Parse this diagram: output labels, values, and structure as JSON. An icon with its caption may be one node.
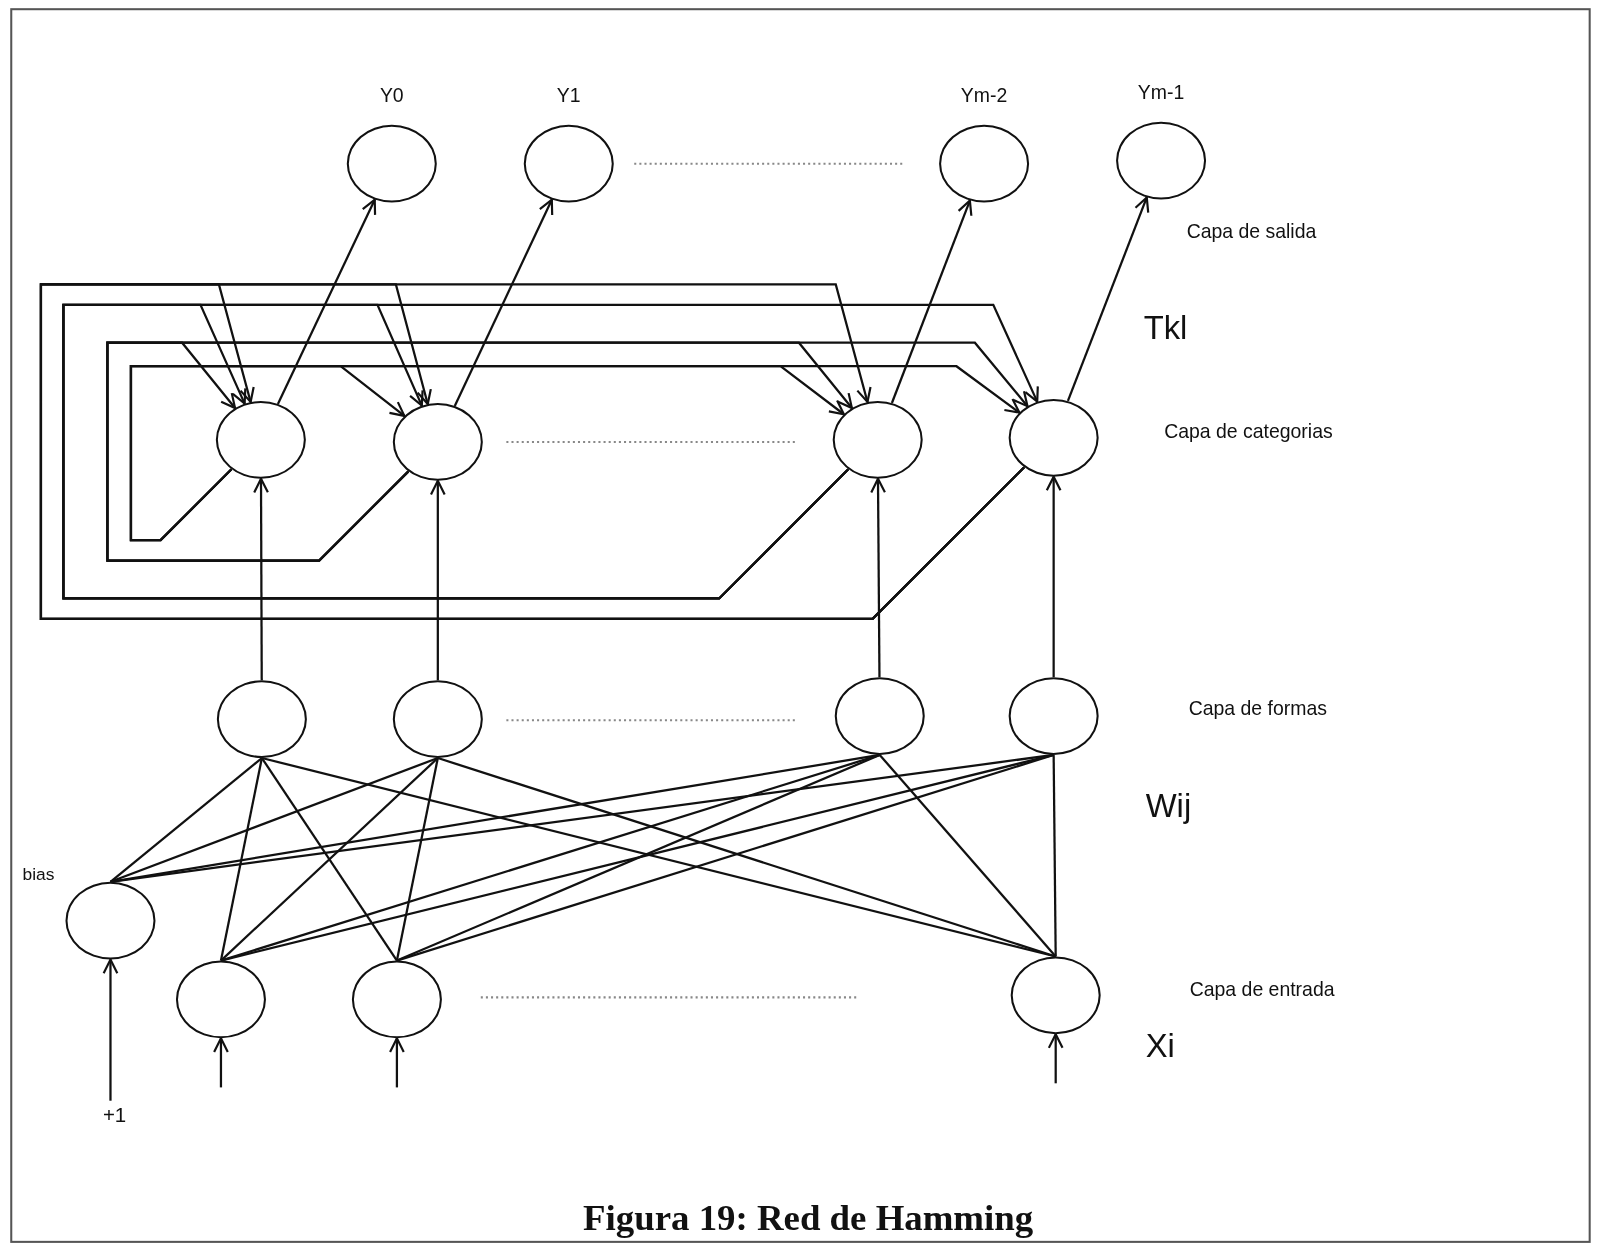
{
  "diagram": {
    "caption": "Figura 19: Red de Hamming",
    "nodes": [
      {
        "text": [
          "Y0"
        ]
      },
      {
        "text": [
          "Y1"
        ]
      },
      {
        "text": [
          "Ym-2"
        ]
      },
      {
        "text": [
          "Ym-1"
        ]
      },
      {
        "text": [],
        "shape": "circle"
      },
      {
        "text": [],
        "shape": "circle"
      },
      {
        "text": [],
        "shape": "circle"
      },
      {
        "text": [],
        "shape": "circle"
      },
      {
        "text": [],
        "shape": "circle"
      },
      {
        "text": [],
        "shape": "circle"
      },
      {
        "text": [],
        "shape": "circle"
      },
      {
        "text": [],
        "shape": "circle"
      },
      {
        "text": [
          "bias"
        ]
      },
      {
        "text": [],
        "shape": "circle"
      },
      {
        "text": [],
        "shape": "circle"
      },
      {
        "text": [],
        "shape": "circle"
      },
      {
        "text": [
          "+1"
        ]
      }
    ],
    "edges": [
      {
        "from": 4,
        "to": 0,
        "arrow": "to"
      },
      {
        "from": 5,
        "to": 1,
        "arrow": "to"
      },
      {
        "from": 6,
        "to": 2,
        "arrow": "to"
      },
      {
        "from": 7,
        "to": 3,
        "arrow": "to"
      },
      {
        "from": 4,
        "to": 5,
        "arrow": "to"
      },
      {
        "from": 4,
        "to": 6,
        "arrow": "to"
      },
      {
        "from": 4,
        "to": 7,
        "arrow": "to"
      },
      {
        "from": 5,
        "to": 4,
        "arrow": "to"
      },
      {
        "from": 5,
        "to": 6,
        "arrow": "to"
      },
      {
        "from": 5,
        "to": 7,
        "arrow": "to"
      },
      {
        "from": 6,
        "to": 4,
        "arrow": "to"
      },
      {
        "from": 6,
        "to": 5,
        "arrow": "to"
      },
      {
        "from": 6,
        "to": 7,
        "arrow": "to"
      },
      {
        "from": 7,
        "to": 4,
        "arrow": "to"
      },
      {
        "from": 7,
        "to": 5,
        "arrow": "to"
      },
      {
        "from": 7,
        "to": 6,
        "arrow": "to"
      },
      {
        "from": 8,
        "to": 4,
        "arrow": "to"
      },
      {
        "from": 9,
        "to": 5,
        "arrow": "to"
      },
      {
        "from": 10,
        "to": 6,
        "arrow": "to"
      },
      {
        "from": 11,
        "to": 7,
        "arrow": "to"
      },
      {
        "from": 12,
        "to": 8,
        "arrow": "none"
      },
      {
        "from": 12,
        "to": 9,
        "arrow": "none"
      },
      {
        "from": 12,
        "to": 10,
        "arrow": "none"
      },
      {
        "from": 12,
        "to": 11,
        "arrow": "none"
      },
      {
        "from": 13,
        "to": 8,
        "arrow": "none"
      },
      {
        "from": 13,
        "to": 9,
        "arrow": "none"
      },
      {
        "from": 13,
        "to": 10,
        "arrow": "none"
      },
      {
        "from": 13,
        "to": 11,
        "arrow": "none"
      },
      {
        "from": 14,
        "to": 8,
        "arrow": "none"
      },
      {
        "from": 14,
        "to": 9,
        "arrow": "none"
      },
      {
        "from": 14,
        "to": 10,
        "arrow": "none"
      },
      {
        "from": 14,
        "to": 11,
        "arrow": "none"
      },
      {
        "from": 15,
        "to": 8,
        "arrow": "none"
      },
      {
        "from": 15,
        "to": 9,
        "arrow": "none"
      },
      {
        "from": 15,
        "to": 10,
        "arrow": "none"
      },
      {
        "from": 15,
        "to": 11,
        "arrow": "none"
      },
      {
        "from": 16,
        "to": 12,
        "arrow": "to"
      },
      {
        "from": null,
        "to": 13,
        "arrow": "to"
      },
      {
        "from": null,
        "to": 14,
        "arrow": "to"
      },
      {
        "from": null,
        "to": 15,
        "arrow": "to"
      }
    ],
    "labels": [
      "Capa de salida",
      "Tkl",
      "Capa de categorias",
      "Capa de formas",
      "Wij",
      "Capa de entrada",
      "Xi"
    ]
  }
}
